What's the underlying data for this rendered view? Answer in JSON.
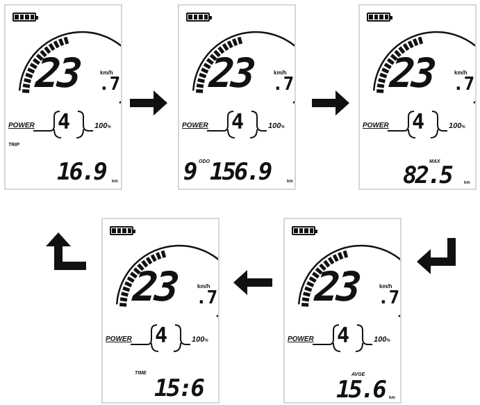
{
  "screens": [
    {
      "id": "trip",
      "speed": "23",
      "speed_decimal": ".7",
      "speed_unit": "km/h",
      "power_label": "POWER",
      "assist_level": "4",
      "power_percent": "100",
      "power_percent_unit": "%",
      "info_label": "TRIP",
      "info_prefix": "",
      "info_value": "16.9",
      "info_unit": "km"
    },
    {
      "id": "odo",
      "speed": "23",
      "speed_decimal": ".7",
      "speed_unit": "km/h",
      "power_label": "POWER",
      "assist_level": "4",
      "power_percent": "100",
      "power_percent_unit": "%",
      "info_label": "ODO",
      "info_prefix": "9",
      "info_value": "156.9",
      "info_unit": "km"
    },
    {
      "id": "max",
      "speed": "23",
      "speed_decimal": ".7",
      "speed_unit": "km/h",
      "power_label": "POWER",
      "assist_level": "4",
      "power_percent": "100",
      "power_percent_unit": "%",
      "info_label": "MAX",
      "info_prefix": "",
      "info_value": "82.5",
      "info_unit": "km"
    },
    {
      "id": "avge",
      "speed": "23",
      "speed_decimal": ".7",
      "speed_unit": "km/h",
      "power_label": "POWER",
      "assist_level": "4",
      "power_percent": "100",
      "power_percent_unit": "%",
      "info_label": "AVGE",
      "info_prefix": "",
      "info_value": "15.6",
      "info_unit": "km"
    },
    {
      "id": "time",
      "speed": "23",
      "speed_decimal": ".7",
      "speed_unit": "km/h",
      "power_label": "POWER",
      "assist_level": "4",
      "power_percent": "100",
      "power_percent_unit": "%",
      "info_label": "TIME",
      "info_prefix": "",
      "info_value": "15:6",
      "info_unit": ""
    }
  ],
  "battery_cells": 4,
  "arrows": [
    {
      "direction": "right",
      "from": "trip",
      "to": "odo"
    },
    {
      "direction": "right",
      "from": "odo",
      "to": "max"
    },
    {
      "direction": "turn-down-left",
      "from": "max",
      "to": "avge"
    },
    {
      "direction": "left",
      "from": "avge",
      "to": "time"
    },
    {
      "direction": "turn-up-left",
      "from": "time",
      "to": "trip"
    }
  ],
  "colors": {
    "ink": "#111111",
    "frame": "#d6d6d6",
    "background": "#ffffff"
  }
}
